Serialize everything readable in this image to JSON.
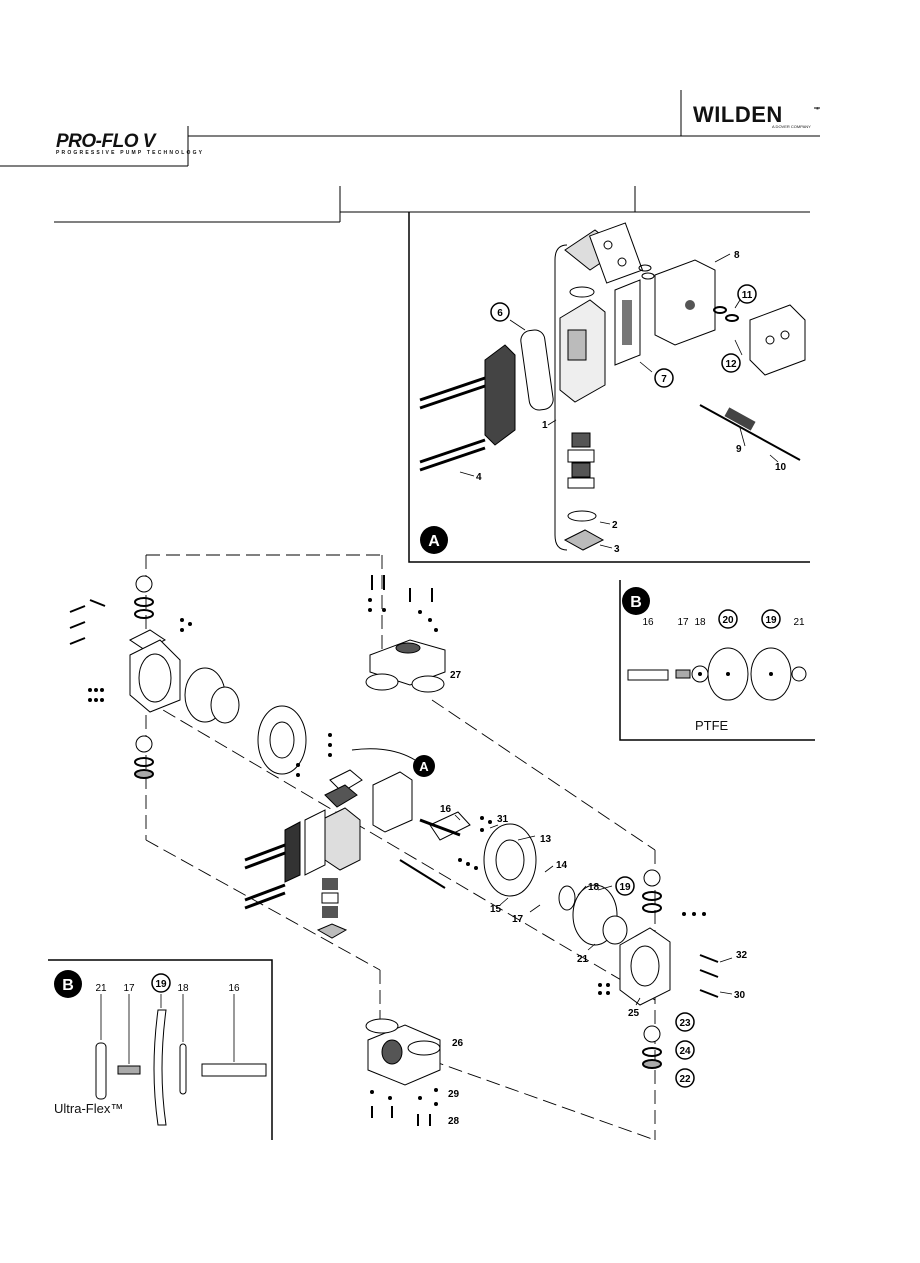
{
  "header": {
    "brand_left": "PRO-FLO V",
    "brand_left_tagline": "PROGRESSIVE PUMP TECHNOLOGY",
    "brand_right": "WILDEN",
    "brand_right_tagline": "A DOVER COMPANY"
  },
  "callouts": {
    "detail_a": "A",
    "detail_b": "B",
    "inset_a": [
      "1",
      "2",
      "3",
      "4",
      "6",
      "7",
      "8",
      "9",
      "10",
      "11",
      "12"
    ],
    "inset_b_ptfe": [
      "16",
      "17",
      "18",
      "20",
      "19",
      "21"
    ],
    "inset_b_ultraflex": [
      "21",
      "17",
      "19",
      "18",
      "16"
    ],
    "main": [
      "13",
      "14",
      "15",
      "16",
      "17",
      "18",
      "19",
      "21",
      "22",
      "23",
      "24",
      "25",
      "26",
      "27",
      "28",
      "29",
      "30",
      "31",
      "32"
    ]
  },
  "labels": {
    "ptfe": "PTFE",
    "ultraflex": "Ultra-Flex™"
  }
}
